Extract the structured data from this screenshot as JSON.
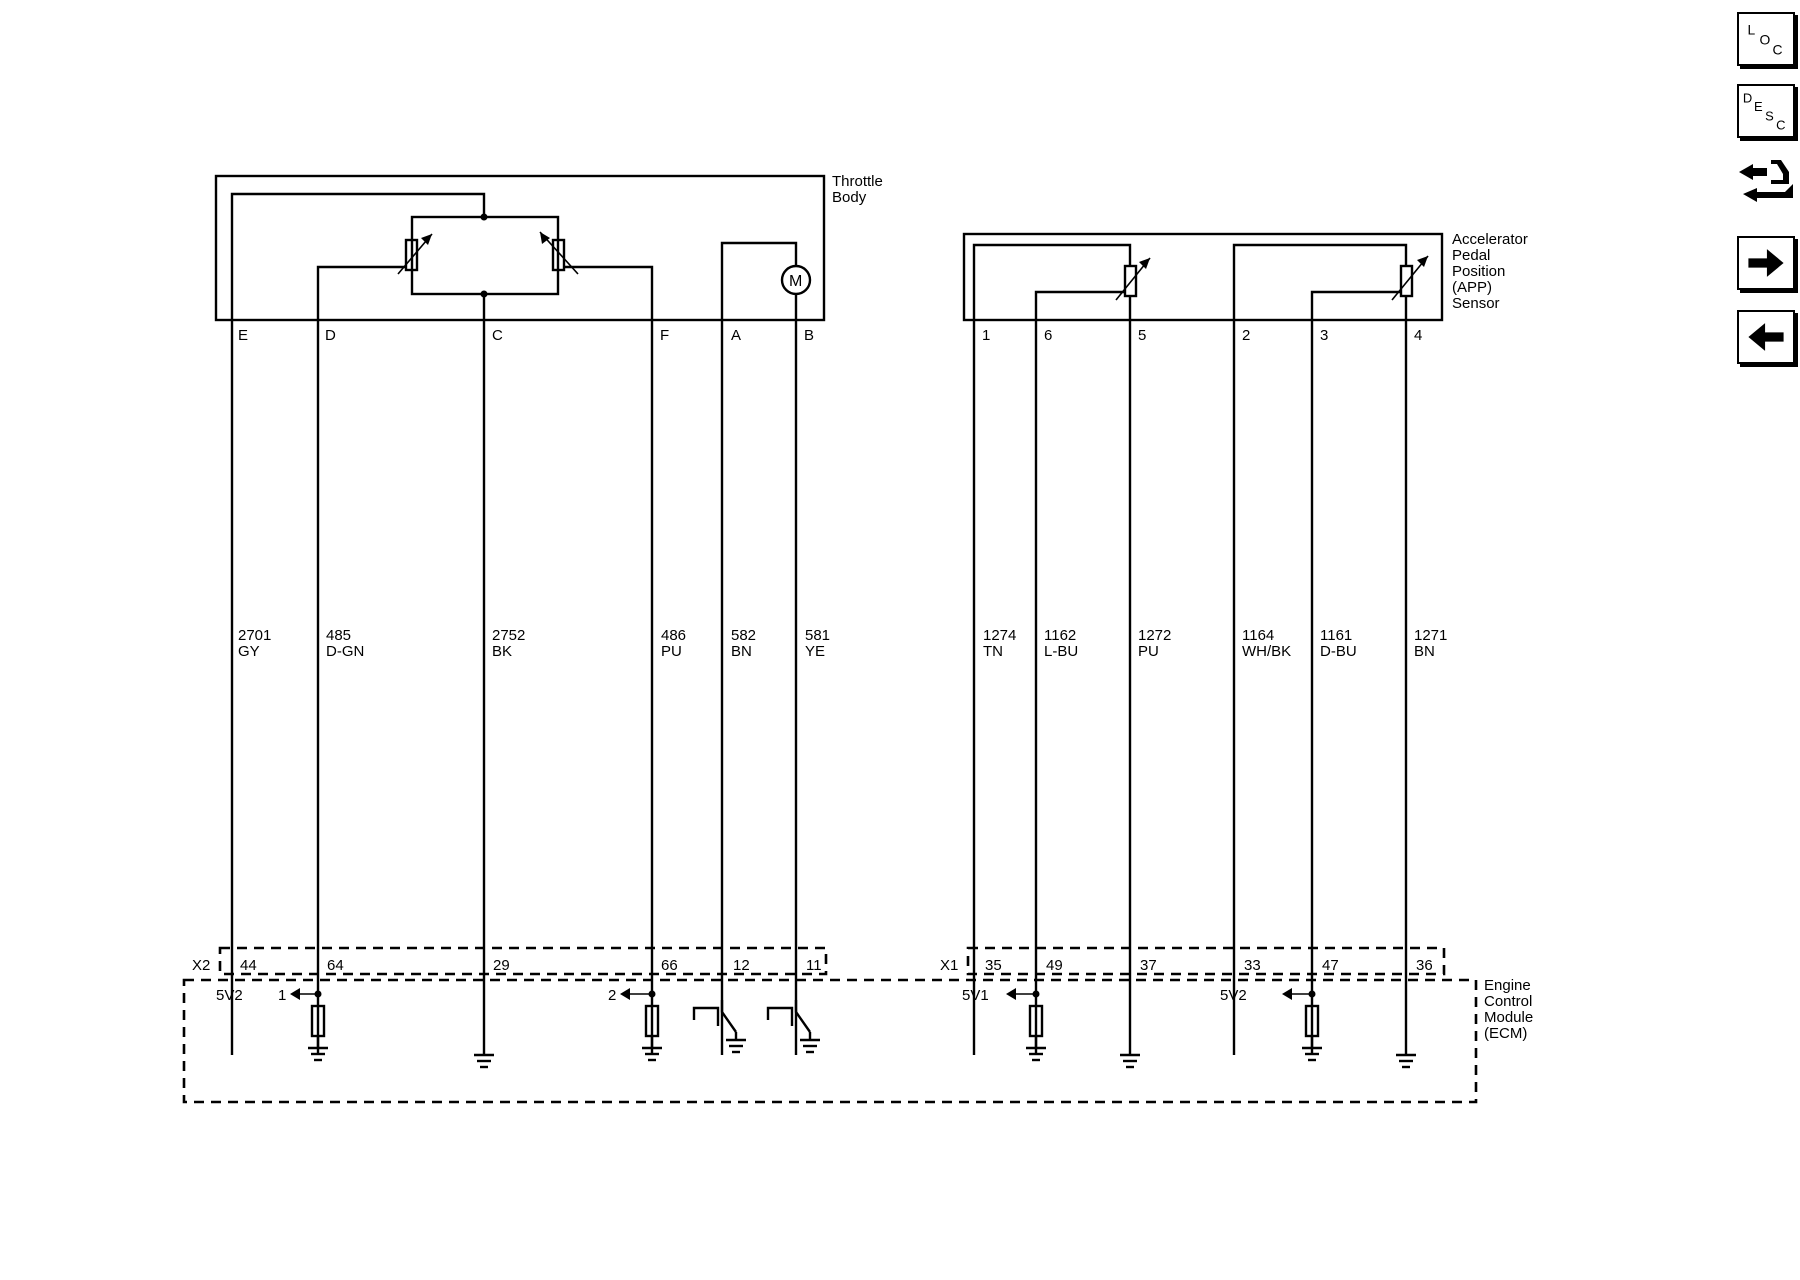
{
  "components": {
    "throttle_body": {
      "label_lines": [
        "Throttle",
        "Body"
      ]
    },
    "app_sensor": {
      "label_lines": [
        "Accelerator",
        "Pedal",
        "Position",
        "(APP)",
        "Sensor"
      ]
    },
    "ecm": {
      "label_lines": [
        "Engine",
        "Control",
        "Module",
        "(ECM)"
      ]
    },
    "motor_symbol": "M"
  },
  "connectors": {
    "x2": "X2",
    "x1": "X1"
  },
  "throttle_circuits": [
    {
      "pin": "E",
      "circuit": "2701",
      "color": "GY",
      "ecm_pin": "44"
    },
    {
      "pin": "D",
      "circuit": "485",
      "color": "D-GN",
      "ecm_pin": "64"
    },
    {
      "pin": "C",
      "circuit": "2752",
      "color": "BK",
      "ecm_pin": "29"
    },
    {
      "pin": "F",
      "circuit": "486",
      "color": "PU",
      "ecm_pin": "66"
    },
    {
      "pin": "A",
      "circuit": "582",
      "color": "BN",
      "ecm_pin": "12"
    },
    {
      "pin": "B",
      "circuit": "581",
      "color": "YE",
      "ecm_pin": "11"
    }
  ],
  "app_circuits": [
    {
      "pin": "1",
      "circuit": "1274",
      "color": "TN",
      "ecm_pin": "35"
    },
    {
      "pin": "6",
      "circuit": "1162",
      "color": "L-BU",
      "ecm_pin": "49"
    },
    {
      "pin": "5",
      "circuit": "1272",
      "color": "PU",
      "ecm_pin": "37"
    },
    {
      "pin": "2",
      "circuit": "1164",
      "color": "WH/BK",
      "ecm_pin": "33"
    },
    {
      "pin": "3",
      "circuit": "1161",
      "color": "D-BU",
      "ecm_pin": "47"
    },
    {
      "pin": "4",
      "circuit": "1271",
      "color": "BN",
      "ecm_pin": "36"
    }
  ],
  "ecm_internal": {
    "ref_5v2_throttle": "5V2",
    "signal_1": "1",
    "signal_2": "2",
    "ref_5v1_app": "5V1",
    "ref_5v2_app": "5V2"
  },
  "nav_buttons": [
    {
      "name": "location",
      "letters": [
        "L",
        "O",
        "C"
      ]
    },
    {
      "name": "description",
      "letters": [
        "D",
        "E",
        "S",
        "C"
      ]
    },
    {
      "name": "connector-end-view",
      "icon": "connector-icon"
    },
    {
      "name": "next-page",
      "icon": "arrow-right-icon"
    },
    {
      "name": "previous-page",
      "icon": "arrow-left-icon"
    }
  ]
}
